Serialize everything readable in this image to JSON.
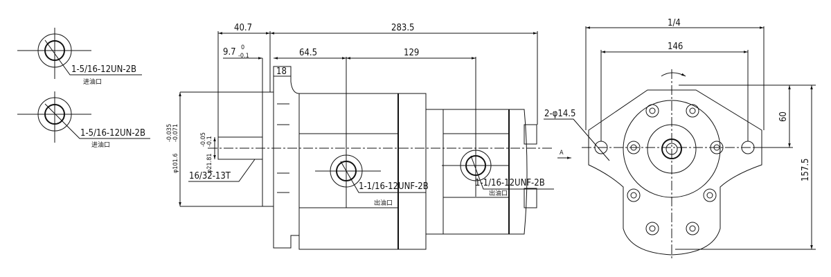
{
  "ports": {
    "inlet_1": {
      "thread": "1-5/16-12UN-2B",
      "label": "进油口"
    },
    "inlet_2": {
      "thread": "1-5/16-12UN-2B",
      "label": "进油口"
    },
    "outlet_1": {
      "thread": "1-1/16-12UNF-2B",
      "label": "出油口"
    },
    "outlet_2": {
      "thread": "1-1/16-12UNF-2B",
      "label": "出油口"
    }
  },
  "dimensions": {
    "shaft_length": "40.7",
    "overall_length": "283.5",
    "pilot_depth": "9.7",
    "pilot_depth_tol_upper": "0",
    "pilot_depth_tol_lower": "-0.1",
    "port1_offset": "64.5",
    "port2_offset": "129",
    "flange_thickness": "18",
    "pilot_diameter": "φ101.6",
    "pilot_tol_upper": "-0.035",
    "pilot_tol_lower": "-0.071",
    "shaft_diameter": "φ21.81",
    "shaft_tol_upper": "-0.05",
    "shaft_tol_lower": "-0.1",
    "spline": "16/32-13T",
    "mount_holes": "2-φ14.5",
    "flange_width": "1/4",
    "hole_spacing": "146",
    "center_height": "60",
    "overall_height": "157.5",
    "view_label": "A"
  }
}
